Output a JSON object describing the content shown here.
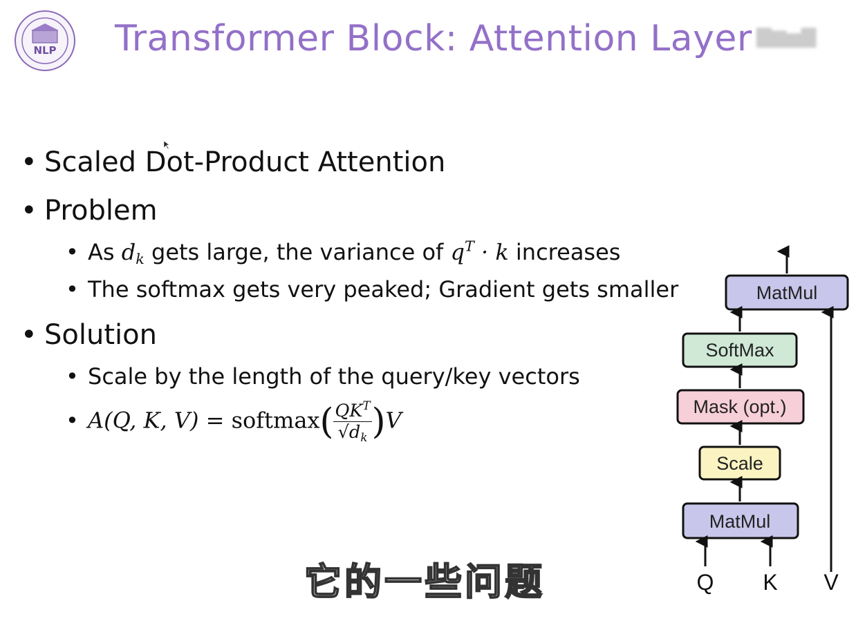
{
  "slide": {
    "title": "Transformer Block: Attention Layer",
    "logo_text": "NLP",
    "bullets": {
      "b1": "Scaled Dot-Product Attention",
      "b2": "Problem",
      "b2_1_pre": "As ",
      "b2_1_d": "d",
      "b2_1_k": "k",
      "b2_1_mid": " gets large, the variance of ",
      "b2_1_q": "q",
      "b2_1_T": "T",
      "b2_1_dotk": " · k",
      "b2_1_post": " increases",
      "b2_2": "The softmax gets very peaked; Gradient gets smaller",
      "b3": "Solution",
      "b3_1": "Scale by the length of the query/key vectors",
      "formula_lhs": "A(Q, K, V)",
      "formula_eq": " = softmax",
      "formula_num": "QK",
      "formula_num_sup": "T",
      "formula_den": "√d",
      "formula_den_sub": "k",
      "formula_v": "V"
    }
  },
  "diagram": {
    "boxes": {
      "matmul_top": "MatMul",
      "softmax": "SoftMax",
      "mask": "Mask (opt.)",
      "scale": "Scale",
      "matmul_bottom": "MatMul"
    },
    "inputs": {
      "q": "Q",
      "k": "K",
      "v": "V"
    },
    "colors": {
      "matmul": "#c8c6ea",
      "softmax": "#cfe9d6",
      "mask": "#f7cfd9",
      "scale": "#fbf4c2"
    }
  },
  "subtitle": "它的一些问题"
}
